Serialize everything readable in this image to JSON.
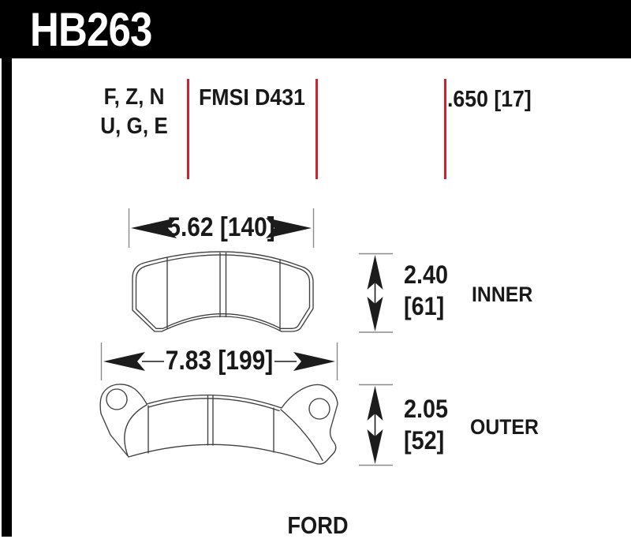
{
  "page": {
    "part_number": "HB263",
    "vehicle_make": "FORD"
  },
  "colors": {
    "banner_bg": "#000000",
    "banner_text": "#ffffff",
    "accent_red": "#cf202e",
    "ink": "#191919",
    "drawing_line": "#3f3f3f"
  },
  "spec_row": {
    "compound_codes_line1": "F, Z, N",
    "compound_codes_line2": "U, G, E",
    "fmsi_label": "FMSI D431",
    "pad_thickness": ".650 [17]"
  },
  "inner_pad": {
    "label": "INNER",
    "width_dim": "5.62 [140]",
    "height_in": "2.40",
    "height_mm": "[61]"
  },
  "outer_pad": {
    "label": "OUTER",
    "width_dim": "7.83 [199]",
    "height_in": "2.05",
    "height_mm": "[52]"
  }
}
